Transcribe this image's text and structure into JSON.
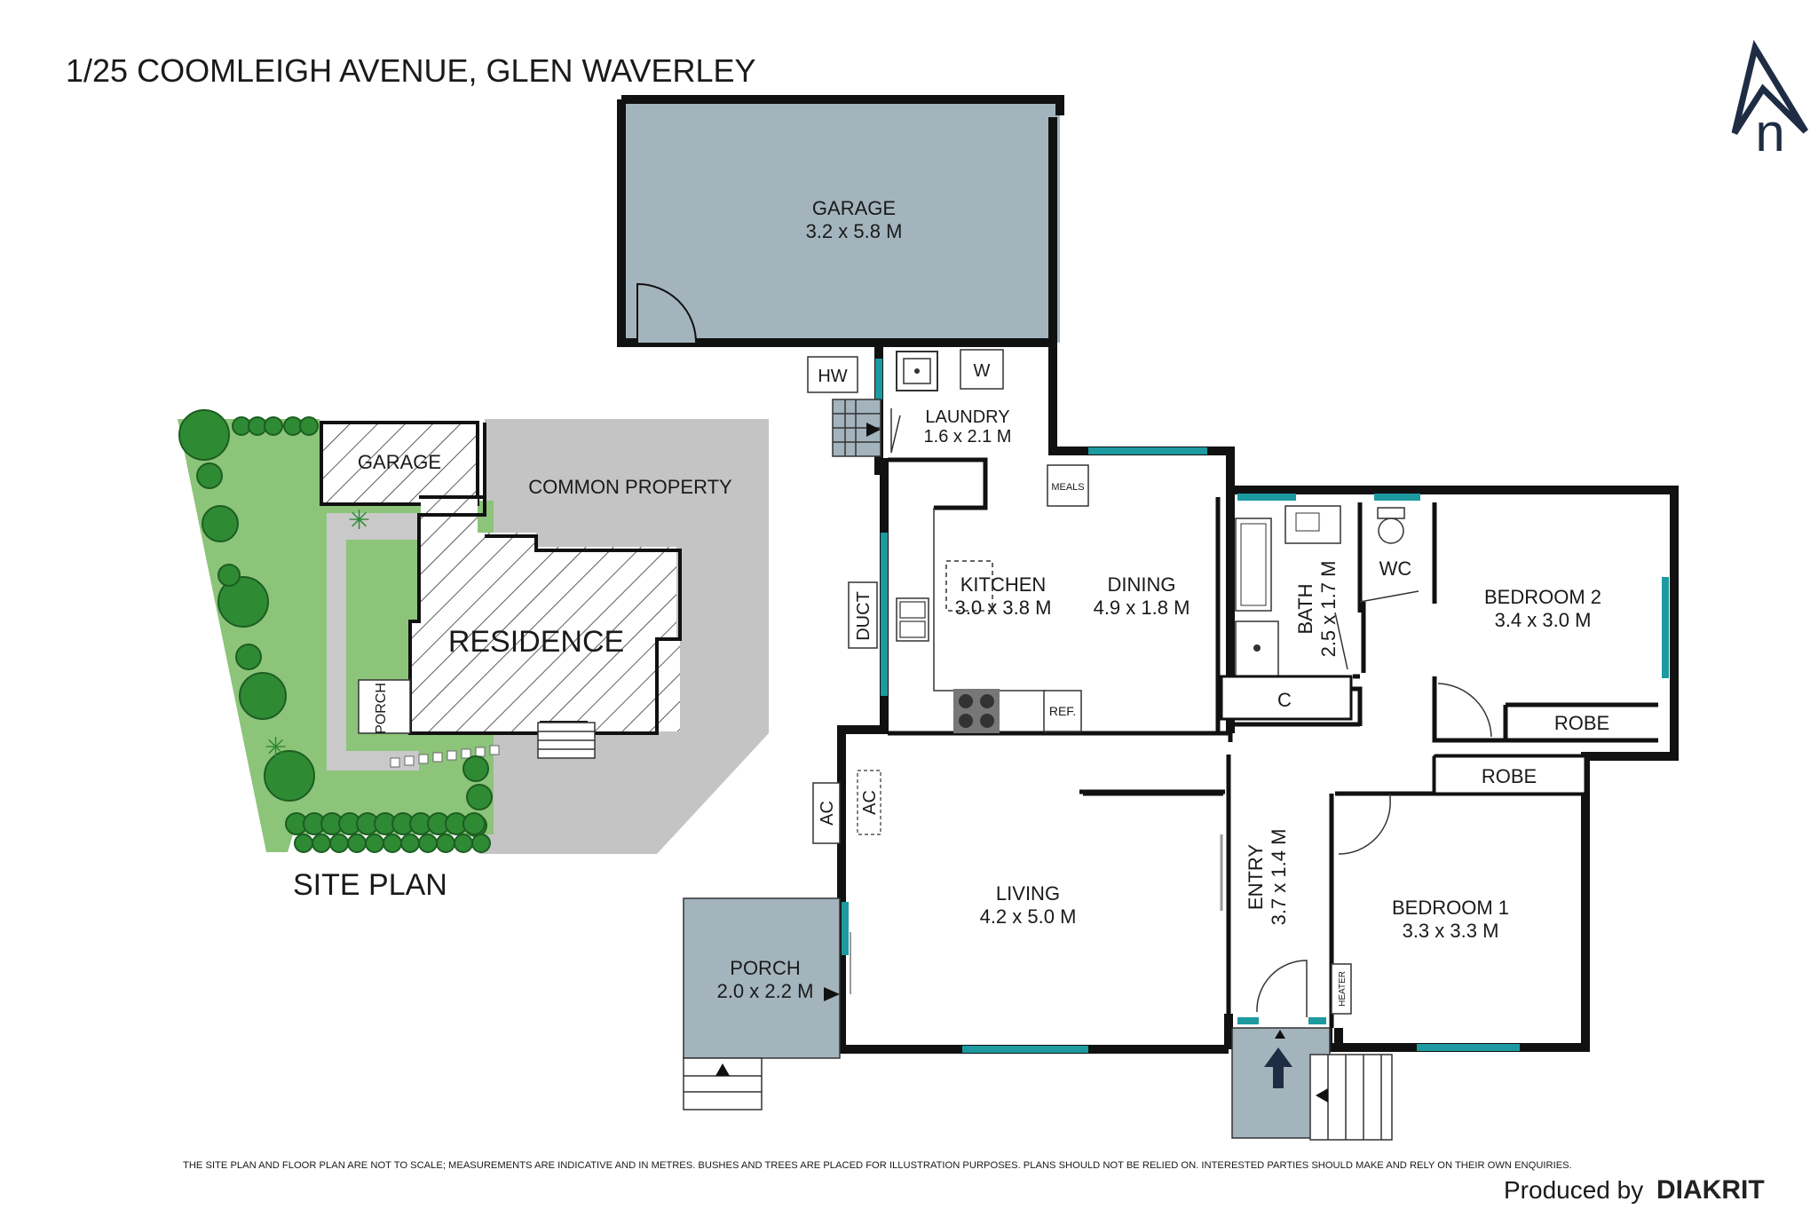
{
  "header": {
    "address": "1/25 COOMLEIGH AVENUE, GLEN WAVERLEY",
    "compass_letter": "n"
  },
  "site_plan": {
    "title": "SITE PLAN",
    "garage": "GARAGE",
    "common_property": "COMMON PROPERTY",
    "residence": "RESIDENCE",
    "porch": "PORCH"
  },
  "rooms": {
    "garage": {
      "name": "GARAGE",
      "size": "3.2 x 5.8 M"
    },
    "laundry": {
      "name": "LAUNDRY",
      "size": "1.6 x 2.1 M"
    },
    "kitchen": {
      "name": "KITCHEN",
      "size": "3.0 x 3.8 M"
    },
    "dining": {
      "name": "DINING",
      "size": "4.9 x 1.8 M"
    },
    "bath": {
      "name": "BATH",
      "size": "2.5 x 1.7 M"
    },
    "wc": {
      "name": "WC"
    },
    "bedroom2": {
      "name": "BEDROOM 2",
      "size": "3.4 x 3.0 M"
    },
    "bedroom1": {
      "name": "BEDROOM 1",
      "size": "3.3 x 3.3 M"
    },
    "living": {
      "name": "LIVING",
      "size": "4.2 x 5.0 M"
    },
    "entry": {
      "name": "ENTRY",
      "size": "3.7 x 1.4 M"
    },
    "porch": {
      "name": "PORCH",
      "size": "2.0 x 2.2 M"
    }
  },
  "fixtures": {
    "hw": "HW",
    "w": "W",
    "meals": "MEALS",
    "duct": "DUCT",
    "ref": "REF.",
    "ac": "AC",
    "c": "C",
    "robe": "ROBE",
    "heater": "HEATER"
  },
  "footer": {
    "disclaimer": "THE SITE PLAN AND FLOOR PLAN ARE NOT TO SCALE; MEASUREMENTS ARE INDICATIVE AND IN METRES. BUSHES AND TREES ARE PLACED FOR ILLUSTRATION PURPOSES. PLANS SHOULD NOT BE RELIED ON. INTERESTED PARTIES SHOULD MAKE AND RELY ON THEIR OWN ENQUIRIES.",
    "produced_by": "Produced by",
    "brand": "DIAKRIT"
  },
  "colors": {
    "wall": "#111111",
    "garage_fill": "#a3b4bd",
    "porch_fill": "#a3b4bd",
    "window": "#1c9aa0",
    "lawn": "#8cc47a",
    "tree": "#2f8a34",
    "common": "#c4c4c4",
    "compass": "#1f2d44"
  }
}
